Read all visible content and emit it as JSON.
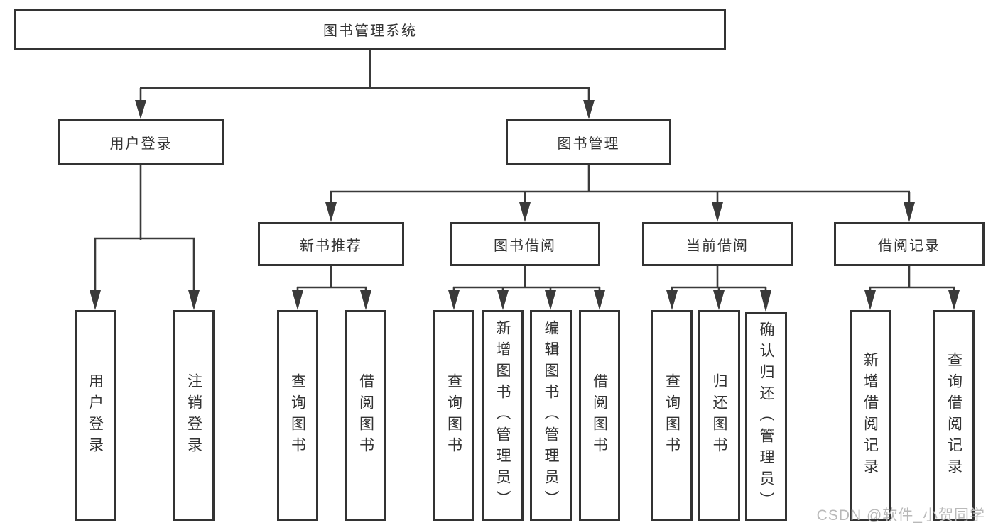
{
  "diagram": {
    "root": {
      "label": "图书管理系统"
    },
    "level2": {
      "user_login": {
        "label": "用户登录"
      },
      "book_management": {
        "label": "图书管理"
      }
    },
    "level3": {
      "new_book_recommend": {
        "label": "新书推荐"
      },
      "book_borrow": {
        "label": "图书借阅"
      },
      "current_borrow": {
        "label": "当前借阅"
      },
      "borrow_records": {
        "label": "借阅记录"
      }
    },
    "leaves": {
      "user_login": {
        "label": "用户登录"
      },
      "logout": {
        "label": "注销登录"
      },
      "nbr_query_books": {
        "label": "查询图书"
      },
      "nbr_borrow_books": {
        "label": "借阅图书"
      },
      "bb_query_books": {
        "label": "查询图书"
      },
      "bb_add_books_admin": {
        "label": "新增图书（管理员）"
      },
      "bb_edit_books_admin": {
        "label": "编辑图书（管理员）"
      },
      "bb_borrow_books": {
        "label": "借阅图书"
      },
      "cb_query_books": {
        "label": "查询图书"
      },
      "cb_return_books": {
        "label": "归还图书"
      },
      "cb_confirm_return_admin": {
        "label": "确认归还（管理员）"
      },
      "br_add_record": {
        "label": "新增借阅记录"
      },
      "br_query_record": {
        "label": "查询借阅记录"
      }
    },
    "colors": {
      "line": "#3a3a3a",
      "border": "#333333",
      "text": "#333333",
      "background": "#ffffff",
      "watermark": "#b9b9b9"
    },
    "watermark": "CSDN @软件_小贺同学"
  }
}
